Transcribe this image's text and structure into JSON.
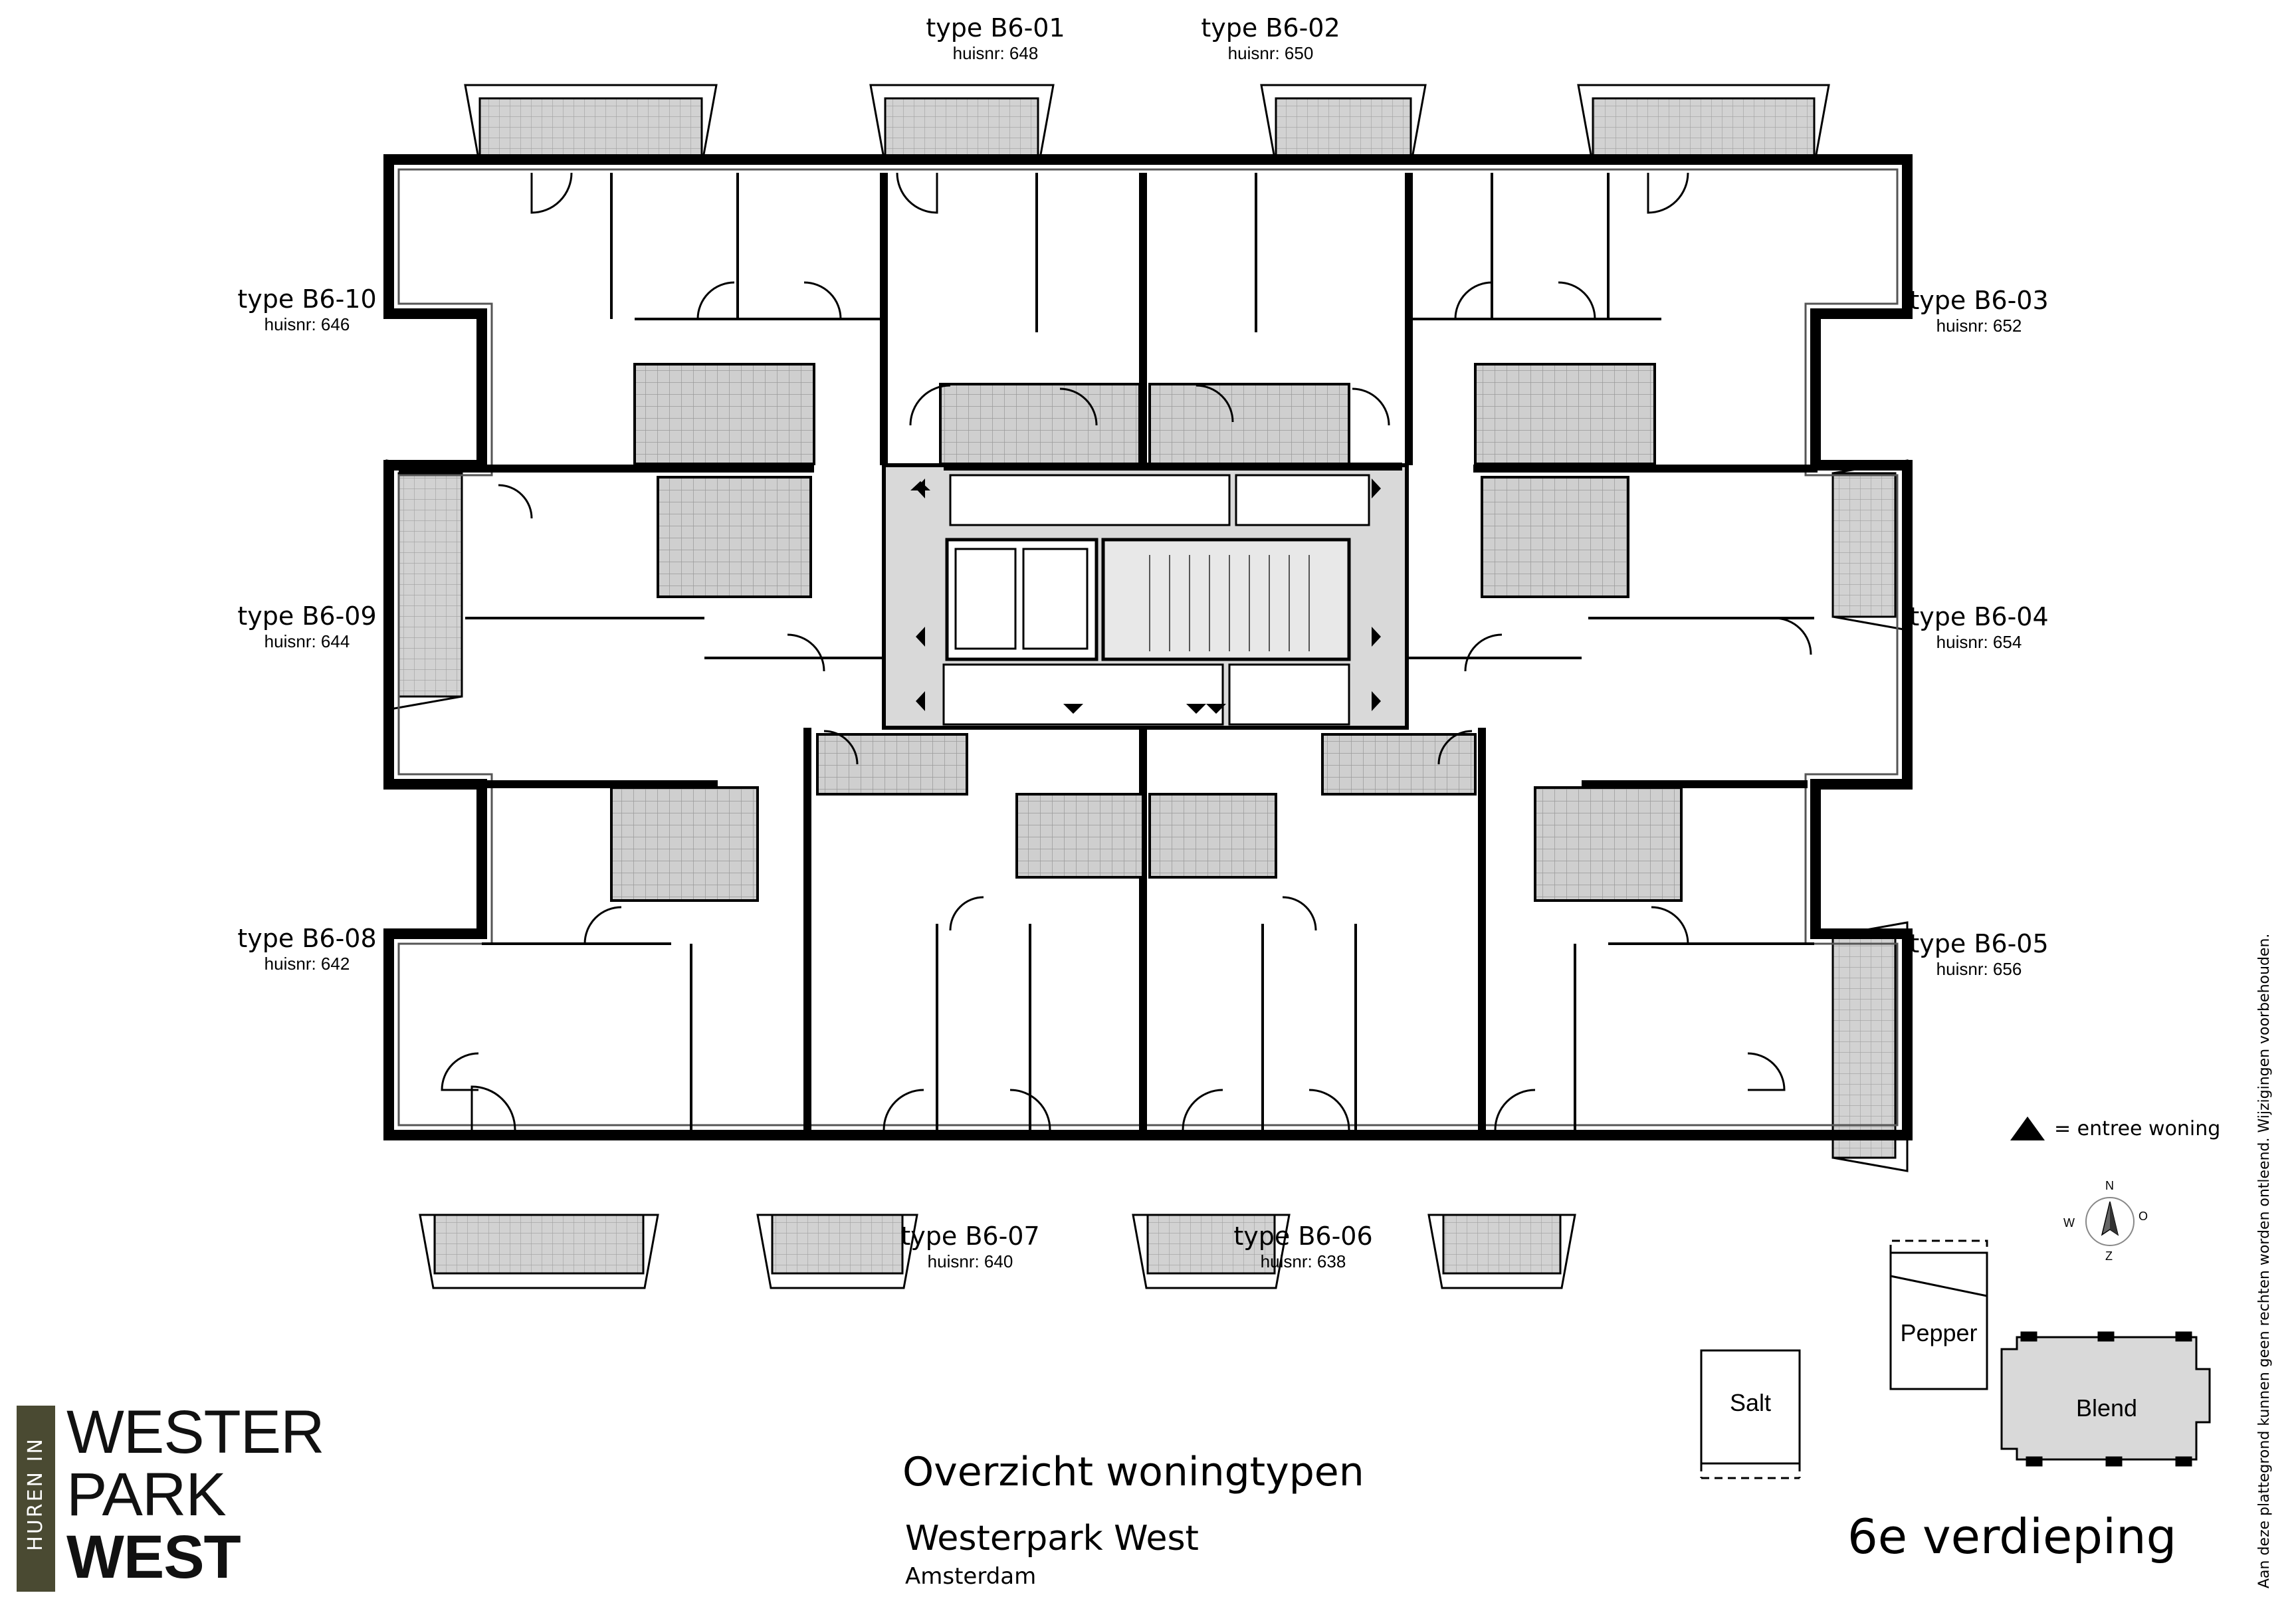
{
  "units": [
    {
      "type": "type B6-01",
      "nr": "huisnr: 648"
    },
    {
      "type": "type B6-02",
      "nr": "huisnr: 650"
    },
    {
      "type": "type B6-03",
      "nr": "huisnr: 652"
    },
    {
      "type": "type B6-04",
      "nr": "huisnr: 654"
    },
    {
      "type": "type B6-05",
      "nr": "huisnr: 656"
    },
    {
      "type": "type B6-06",
      "nr": "huisnr: 638"
    },
    {
      "type": "type B6-07",
      "nr": "huisnr: 640"
    },
    {
      "type": "type B6-08",
      "nr": "huisnr: 642"
    },
    {
      "type": "type B6-09",
      "nr": "huisnr: 644"
    },
    {
      "type": "type B6-10",
      "nr": "huisnr: 646"
    }
  ],
  "legend": {
    "label": "=  entree woning"
  },
  "compass": {
    "n": "N",
    "o": "O",
    "z": "Z",
    "w": "W"
  },
  "site": {
    "salt": "Salt",
    "pepper": "Pepper",
    "blend": "Blend"
  },
  "title": {
    "main": "Overzicht woningtypen",
    "project": "Westerpark West",
    "city": "Amsterdam"
  },
  "floor": "6e verdieping",
  "disclaimer": "Aan deze plattegrond kunnen geen rechten worden ontleend. Wijzigingen voorbehouden.",
  "logo": {
    "vertical": "HUREN IN",
    "line1": "WESTER",
    "line2": "PARK",
    "line3": "WEST"
  },
  "colors": {
    "core": "#d9d9d9",
    "wetcell": "#c8c8c8",
    "wall": "#000000",
    "logo_bar": "#4a4a32"
  }
}
